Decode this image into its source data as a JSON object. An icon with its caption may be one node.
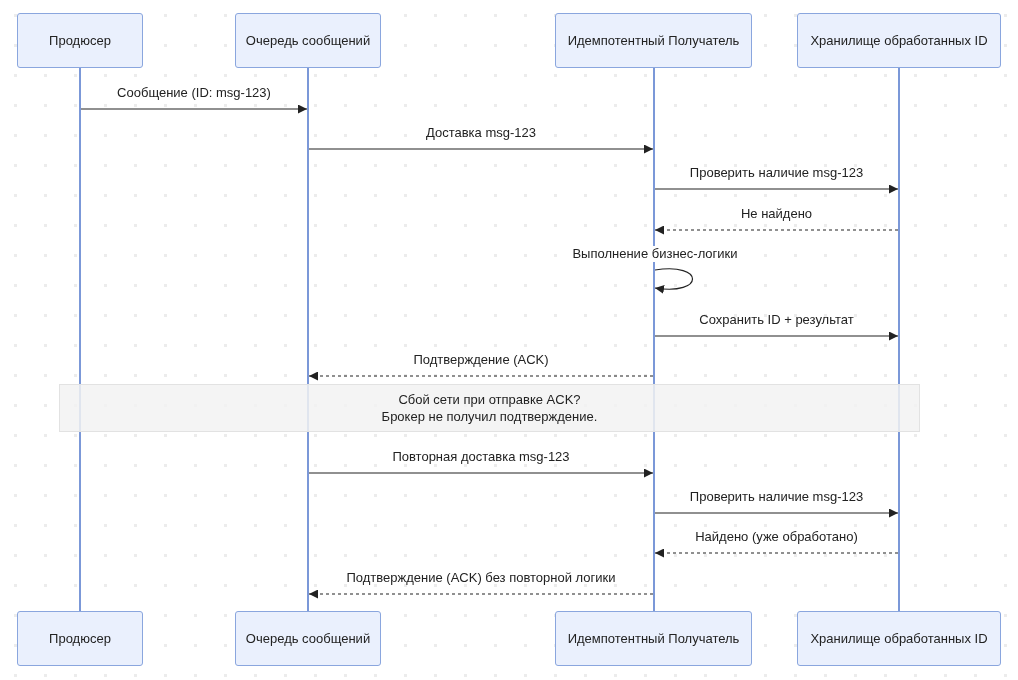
{
  "diagram": {
    "nodes": [
      {
        "text": [
          "Продюсер"
        ]
      },
      {
        "text": [
          "Очередь сообщений"
        ]
      },
      {
        "text": [
          "Идемпотентный Получатель"
        ]
      },
      {
        "text": [
          "Хранилище обработанных ID"
        ]
      },
      {
        "text": [],
        "shape": "bar"
      },
      {
        "text": [],
        "shape": "bar"
      },
      {
        "text": [],
        "shape": "bar"
      },
      {
        "text": [],
        "shape": "bar"
      },
      {
        "text": [
          "Сбой сети при отправке ACK?",
          "Брокер не получил подтверждение."
        ]
      },
      {
        "text": [
          "Продюсер"
        ]
      },
      {
        "text": [
          "Очередь сообщений"
        ]
      },
      {
        "text": [
          "Идемпотентный Получатель"
        ]
      },
      {
        "text": [
          "Хранилище обработанных ID"
        ]
      }
    ],
    "edges": [
      {
        "from": 4,
        "to": 5,
        "arrow": "to",
        "label": "Сообщение (ID: msg-123)"
      },
      {
        "from": 5,
        "to": 6,
        "arrow": "to",
        "label": "Доставка msg-123"
      },
      {
        "from": 6,
        "to": 7,
        "arrow": "to",
        "label": "Проверить наличие msg-123"
      },
      {
        "from": 7,
        "to": 6,
        "arrow": "to",
        "label": "Не найдено",
        "style": "dashed"
      },
      {
        "from": 6,
        "to": 6,
        "arrow": "to",
        "label": "Выполнение бизнес-логики"
      },
      {
        "from": 6,
        "to": 7,
        "arrow": "to",
        "label": "Сохранить ID + результат"
      },
      {
        "from": 6,
        "to": 5,
        "arrow": "to",
        "label": "Подтверждение (ACK)",
        "style": "dashed"
      },
      {
        "from": 5,
        "to": 6,
        "arrow": "to",
        "label": "Повторная доставка msg-123"
      },
      {
        "from": 6,
        "to": 7,
        "arrow": "to",
        "label": "Проверить наличие msg-123"
      },
      {
        "from": 7,
        "to": 6,
        "arrow": "to",
        "label": "Найдено (уже обработано)",
        "style": "dashed"
      },
      {
        "from": 6,
        "to": 5,
        "arrow": "to",
        "label": "Подтверждение (ACK) без повторной логики",
        "style": "dashed"
      }
    ]
  }
}
